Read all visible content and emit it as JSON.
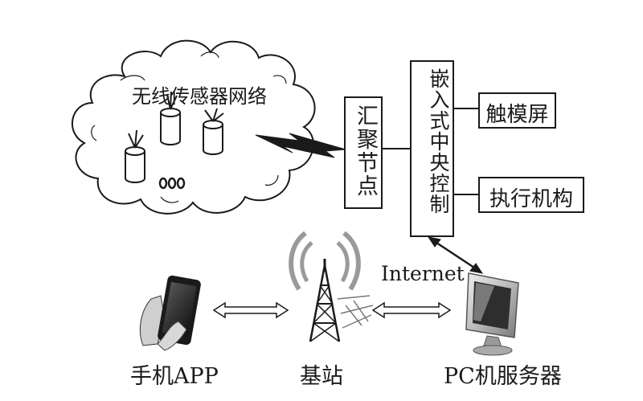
{
  "labels": {
    "wsn": "无线传感器网络",
    "sink": "汇聚节点",
    "controller": "嵌入式中央控制",
    "touchscreen": "触模屏",
    "actuator": "执行机构",
    "internet": "Internet",
    "phone": "手机APP",
    "base_station": "基站",
    "pc_server": "PC机服务器"
  },
  "colors": {
    "stroke": "#1a1a1a",
    "phone_screen": "#2a2a2a",
    "monitor_gray": "#8a8a8a"
  },
  "icons": [
    "cloud-icon",
    "sensor-node-icon",
    "wireless-signal-icon",
    "smartphone-icon",
    "antenna-tower-icon",
    "pc-monitor-icon",
    "double-arrow-icon"
  ]
}
